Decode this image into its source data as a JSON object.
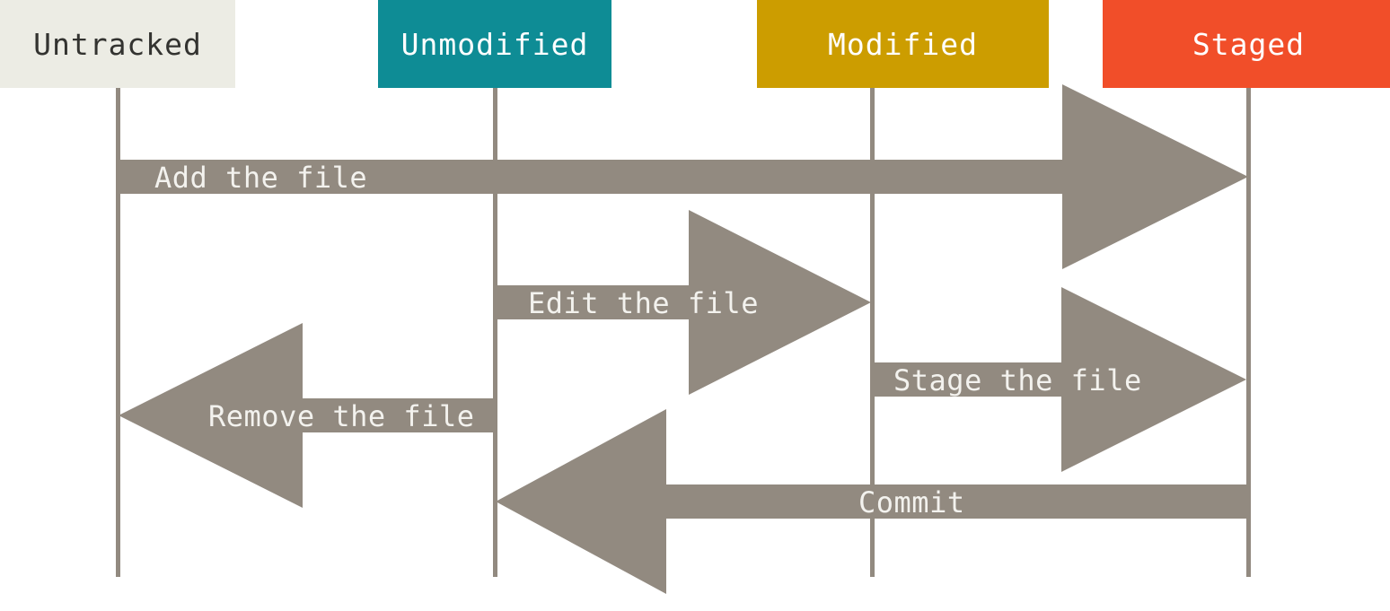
{
  "diagram": {
    "name": "Git file status lifecycle",
    "background_color": "#ffffff",
    "arrow_color": "#928A80",
    "arrow_label_color": "#F3F2EE",
    "states": [
      {
        "id": "untracked",
        "label": "Untracked",
        "bg": "#ECECE4",
        "text_color": "#333330"
      },
      {
        "id": "unmodified",
        "label": "Unmodified",
        "bg": "#0E8C95",
        "text_color": "#FFFFFF"
      },
      {
        "id": "modified",
        "label": "Modified",
        "bg": "#CC9D00",
        "text_color": "#FFFFFF"
      },
      {
        "id": "staged",
        "label": "Staged",
        "bg": "#F14E29",
        "text_color": "#FFFFFF"
      }
    ],
    "transitions": [
      {
        "id": "add",
        "label": "Add the file",
        "from": "untracked",
        "to": "staged",
        "direction": "right"
      },
      {
        "id": "edit",
        "label": "Edit the file",
        "from": "unmodified",
        "to": "modified",
        "direction": "right"
      },
      {
        "id": "stage",
        "label": "Stage the file",
        "from": "modified",
        "to": "staged",
        "direction": "right"
      },
      {
        "id": "remove",
        "label": "Remove the file",
        "from": "unmodified",
        "to": "untracked",
        "direction": "left"
      },
      {
        "id": "commit",
        "label": "Commit",
        "from": "staged",
        "to": "unmodified",
        "direction": "left"
      }
    ]
  }
}
